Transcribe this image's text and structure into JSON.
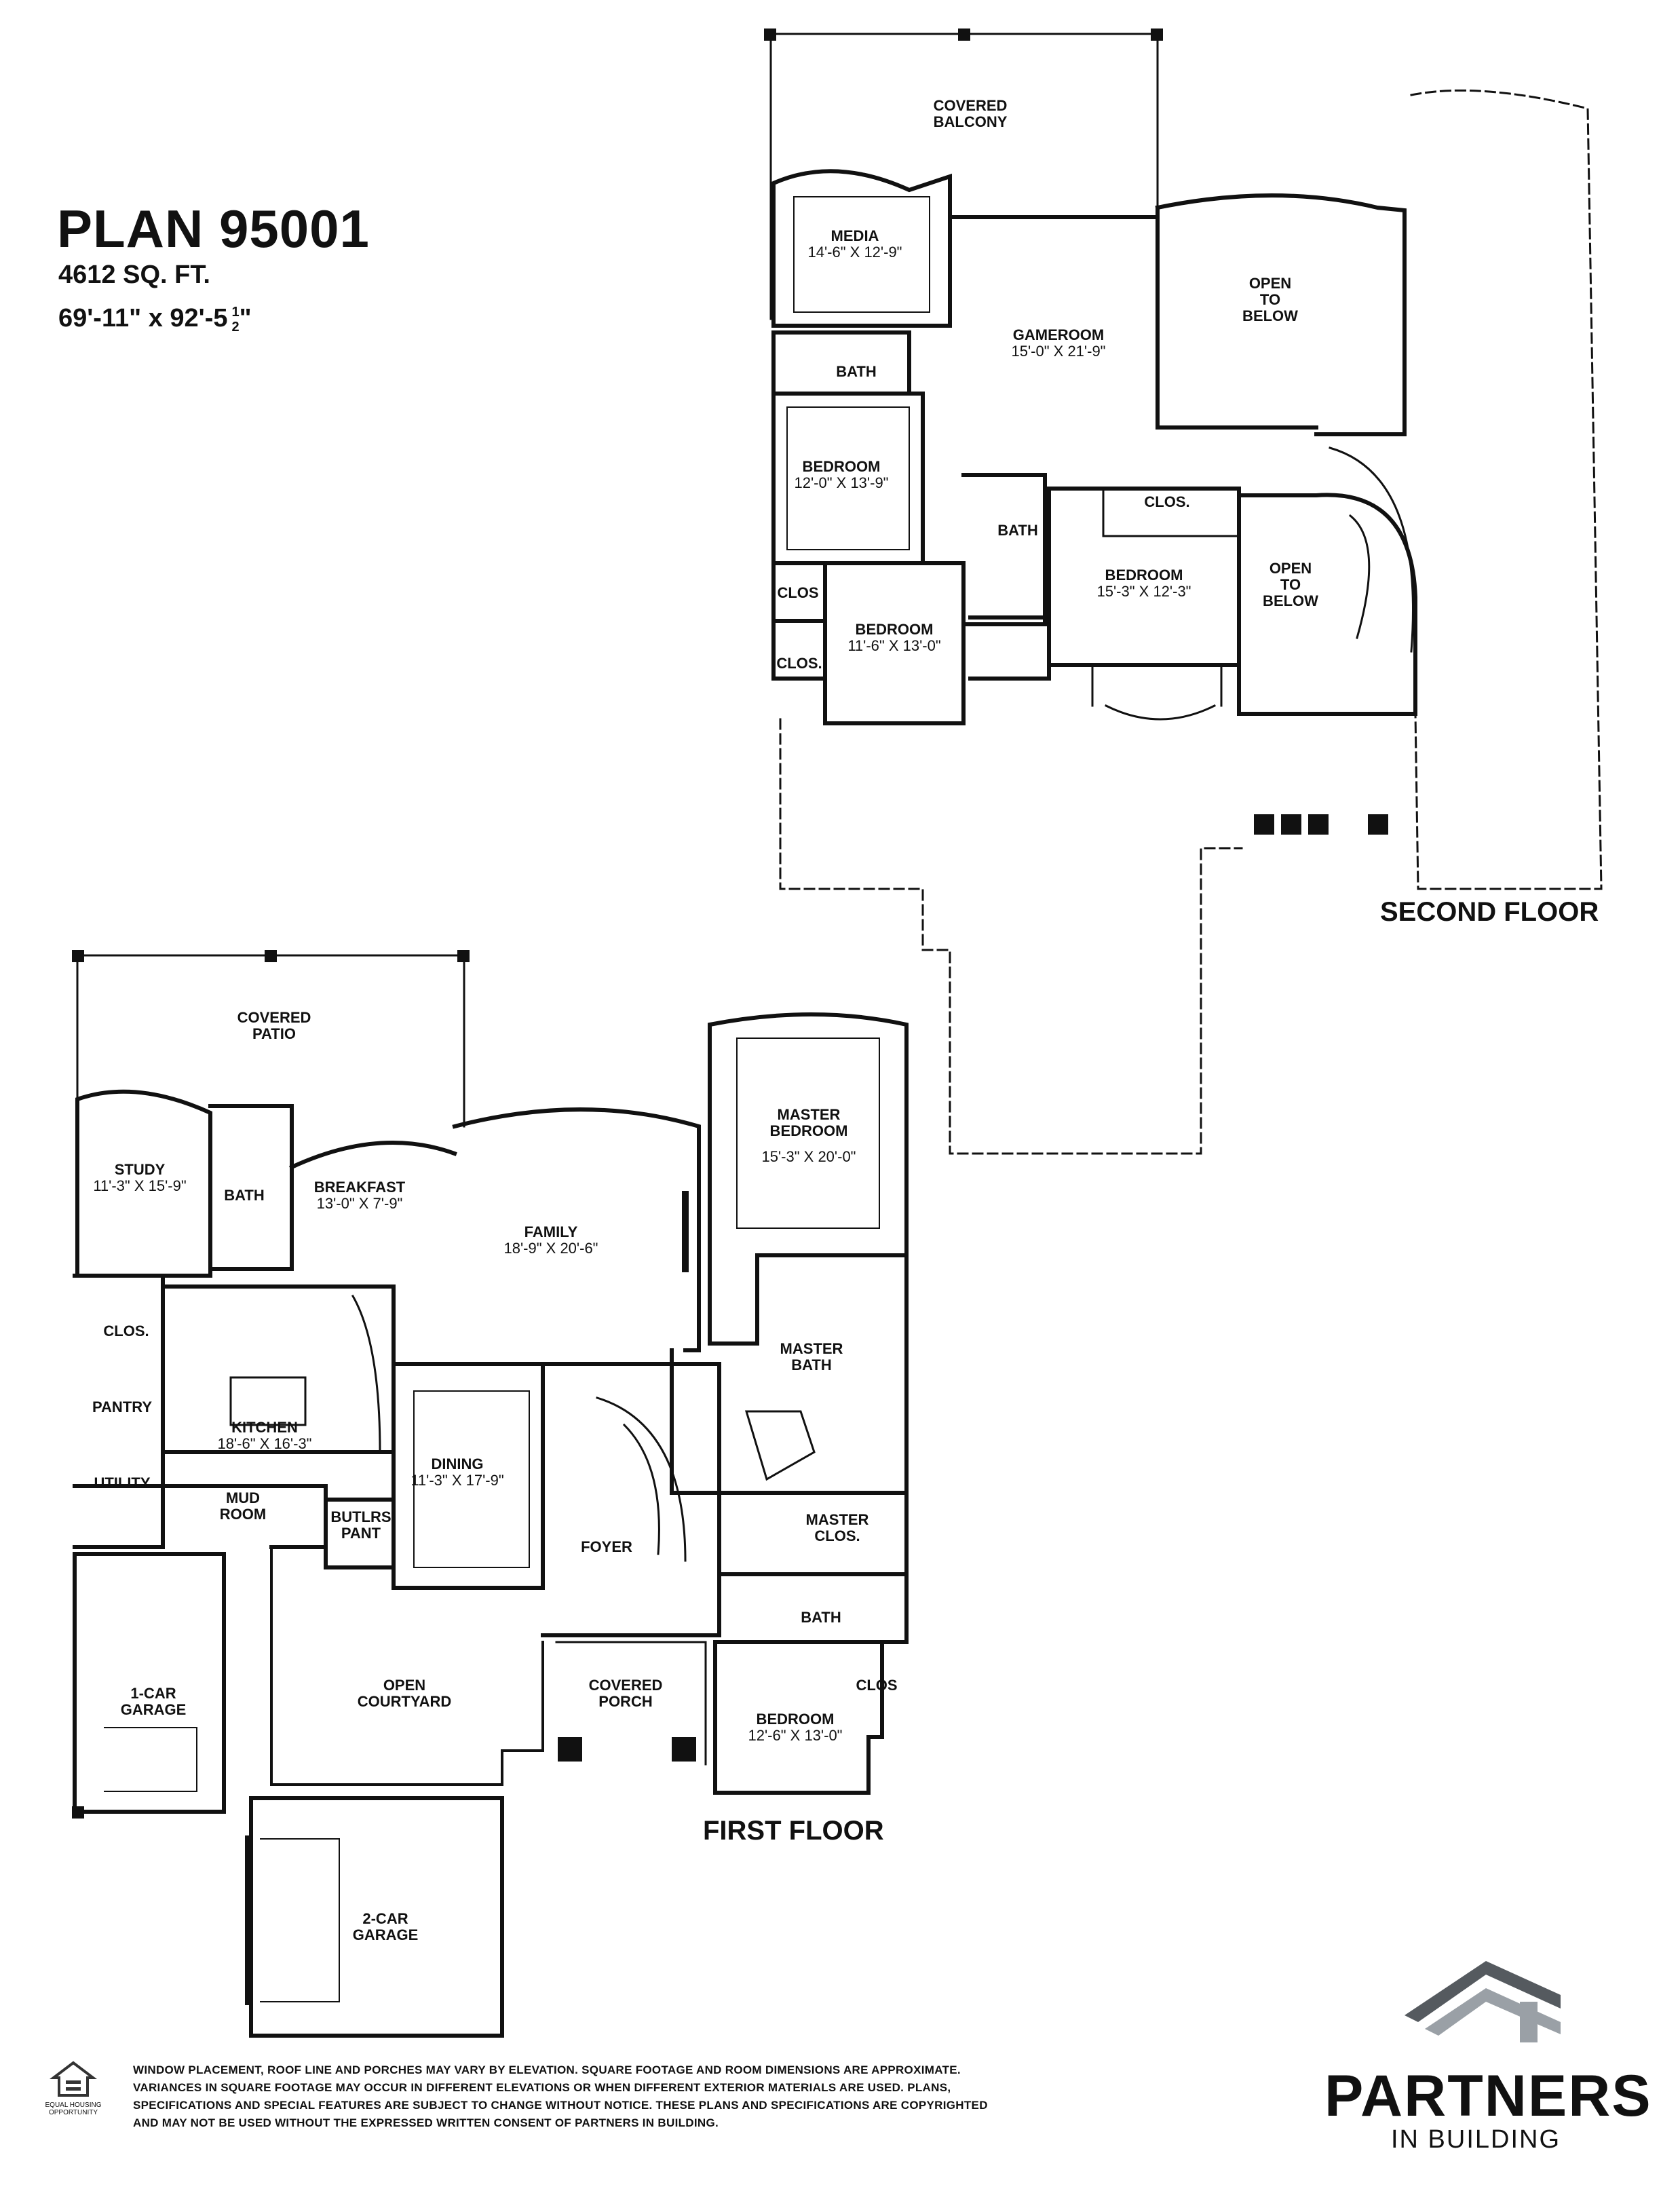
{
  "header": {
    "plan_name": "PLAN 95001",
    "square_feet": "4612 SQ. FT.",
    "dimensions": "69'-11\" x 92'-5",
    "dimensions_frac_num": "1",
    "dimensions_frac_den": "2",
    "dimensions_frac_tail": "\""
  },
  "second_floor": {
    "label": "SECOND FLOOR",
    "rooms": {
      "covered_balcony": [
        "COVERED",
        "BALCONY"
      ],
      "media": {
        "name": "MEDIA",
        "dim": "14'-6\" X 12'-9\""
      },
      "gameroom": {
        "name": "GAMEROOM",
        "dim": "15'-0\" X 21'-9\""
      },
      "open_below_1": [
        "OPEN",
        "TO",
        "BELOW"
      ],
      "bath_1": "BATH",
      "bedroom_a": {
        "name": "BEDROOM",
        "dim": "12'-0\" X 13'-9\""
      },
      "bath_2": "BATH",
      "clos_1": "CLOS.",
      "bedroom_b": {
        "name": "BEDROOM",
        "dim": "15'-3\" X 12'-3\""
      },
      "open_below_2": [
        "OPEN",
        "TO",
        "BELOW"
      ],
      "clos_2": "CLOS",
      "clos_3": "CLOS.",
      "bedroom_c": {
        "name": "BEDROOM",
        "dim": "11'-6\" X 13'-0\""
      }
    }
  },
  "first_floor": {
    "label": "FIRST FLOOR",
    "rooms": {
      "covered_patio": [
        "COVERED",
        "PATIO"
      ],
      "study": {
        "name": "STUDY",
        "dim": "11'-3\" X 15'-9\""
      },
      "bath_1": "BATH",
      "breakfast": {
        "name": "BREAKFAST",
        "dim": "13'-0\" X 7'-9\""
      },
      "family": {
        "name": "FAMILY",
        "dim": "18'-9\" X 20'-6\""
      },
      "master_bedroom": {
        "name1": "MASTER",
        "name2": "BEDROOM",
        "dim": "15'-3\" X 20'-0\""
      },
      "clos": "CLOS.",
      "kitchen": {
        "name": "KITCHEN",
        "dim": "18'-6\" X 16'-3\""
      },
      "pantry": "PANTRY",
      "master_bath": [
        "MASTER",
        "BATH"
      ],
      "utility": "UTILITY",
      "mud_room": [
        "MUD",
        "ROOM"
      ],
      "butlrs_pant": [
        "BUTLRS",
        "PANT"
      ],
      "dining": {
        "name": "DINING",
        "dim": "11'-3\" X 17'-9\""
      },
      "foyer": "FOYER",
      "master_clos": [
        "MASTER",
        "CLOS."
      ],
      "bath_2": "BATH",
      "one_car_garage": [
        "1-CAR",
        "GARAGE"
      ],
      "open_courtyard": [
        "OPEN",
        "COURTYARD"
      ],
      "covered_porch": [
        "COVERED",
        "PORCH"
      ],
      "clos_2": "CLOS",
      "bedroom": {
        "name": "BEDROOM",
        "dim": "12'-6\" X 13'-0\""
      },
      "two_car_garage": [
        "2-CAR",
        "GARAGE"
      ]
    }
  },
  "footer": {
    "disclaimer": [
      "WINDOW PLACEMENT, ROOF LINE AND PORCHES MAY VARY BY ELEVATION.  SQUARE FOOTAGE AND ROOM DIMENSIONS ARE APPROXIMATE.",
      "VARIANCES IN SQUARE FOOTAGE MAY OCCUR IN DIFFERENT ELEVATIONS OR  WHEN DIFFERENT EXTERIOR MATERIALS ARE USED.  PLANS,",
      "SPECIFICATIONS AND SPECIAL FEATURES ARE SUBJECT TO CHANGE WITHOUT NOTICE.  THESE PLANS AND SPECIFICATIONS ARE COPYRIGHTED",
      "AND MAY NOT BE USED  WITHOUT THE EXPRESSED WRITTEN CONSENT OF PARTNERS IN BUILDING."
    ],
    "logo_name": "PARTNERS",
    "logo_sub": "IN BUILDING",
    "equal_housing_text": "EQUAL HOUSING OPPORTUNITY",
    "logo_color_dark": "#555a5f",
    "logo_color_light": "#9aa0a6"
  }
}
